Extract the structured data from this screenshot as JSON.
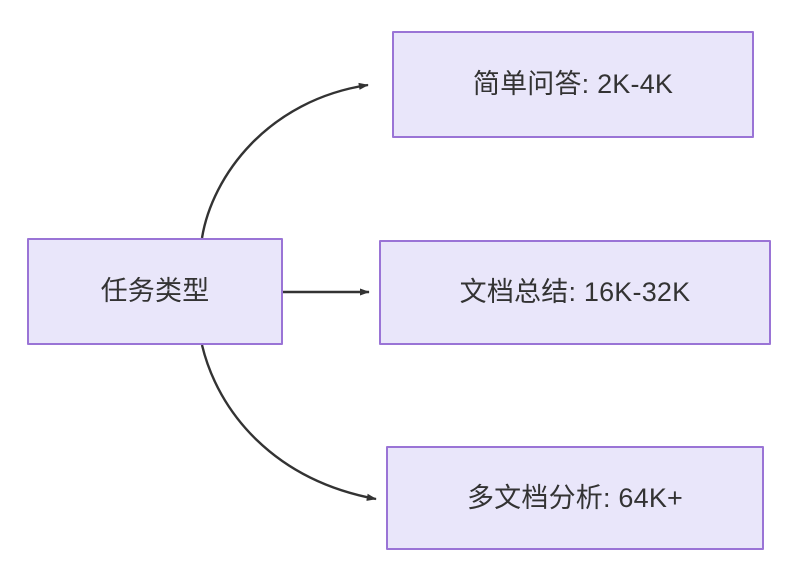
{
  "diagram": {
    "type": "flowchart",
    "direction": "left-to-right",
    "background_color": "#ffffff",
    "node_fill_color": "#e9e6fa",
    "node_border_color": "#9a74d6",
    "edge_color": "#333333",
    "text_color": "#333333",
    "nodes": [
      {
        "id": "source",
        "label": "任务类型",
        "role": "root"
      },
      {
        "id": "simple-qa",
        "label": "简单问答: 2K-4K",
        "role": "leaf"
      },
      {
        "id": "doc-summary",
        "label": "文档总结: 16K-32K",
        "role": "leaf"
      },
      {
        "id": "multi-doc",
        "label": "多文档分析: 64K+",
        "role": "leaf"
      }
    ],
    "edges": [
      {
        "id": "edge-source-simple-qa",
        "from": "source",
        "to": "simple-qa",
        "style": "curved",
        "arrowhead": "filled-triangle",
        "label": ""
      },
      {
        "id": "edge-source-doc-summary",
        "from": "source",
        "to": "doc-summary",
        "style": "straight",
        "arrowhead": "filled-triangle",
        "label": ""
      },
      {
        "id": "edge-source-multi-doc",
        "from": "source",
        "to": "multi-doc",
        "style": "curved",
        "arrowhead": "filled-triangle",
        "label": ""
      }
    ]
  }
}
